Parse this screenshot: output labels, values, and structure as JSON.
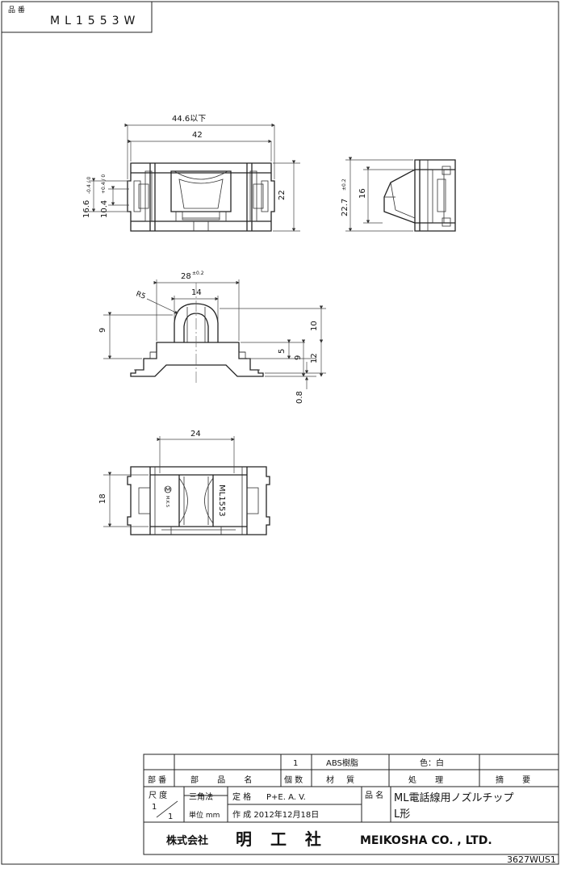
{
  "header": {
    "label": "品 番",
    "part_no": "ML1553W"
  },
  "dims": {
    "overall_width": "44.6以下",
    "body_width": "42",
    "height_22": "22",
    "depth_a": "16.6",
    "depth_a_tol": "-0.4 / 0",
    "depth_b": "10.4",
    "depth_b_tol": "+0.4 / 0",
    "side_total": "22.7",
    "side_total_tol": "±0.2",
    "side_h": "16",
    "front_w": "28",
    "front_w_tol": "±0.2",
    "loop_w": "14",
    "radius": "R5",
    "h9_left": "9",
    "h10": "10",
    "h5": "5",
    "h9_right": "9",
    "h12": "12",
    "h08": "0.8",
    "bottom_w": "24",
    "bottom_h": "18"
  },
  "marking": {
    "text": "ML1553",
    "logo": "M.K.S"
  },
  "title_block": {
    "row1": {
      "num": "1",
      "material": "ABS樹脂",
      "color": "色：白"
    },
    "headers": {
      "part_no": "部 番",
      "part_name": "部 品 名",
      "qty": "個 数",
      "material": "材 質",
      "process": "処 理",
      "note": "摘 要"
    },
    "scale_label": "尺 度",
    "scale_num": "1",
    "scale_den": "1",
    "projection": "三角法",
    "rating_label": "定 格",
    "rating_value": "P+E.  A.  V.",
    "unit_label": "単位 mm",
    "date": "作 成 2012年12月18日",
    "name_label": "品 名",
    "product_name_1": "ML電話線用ノズルチップ",
    "product_name_2": "L形",
    "company_prefix": "株式会社",
    "company_kanji": "明 工 社",
    "company_en": "MEIKOSHA CO. , LTD."
  },
  "drawing_no": "3627WUS1"
}
